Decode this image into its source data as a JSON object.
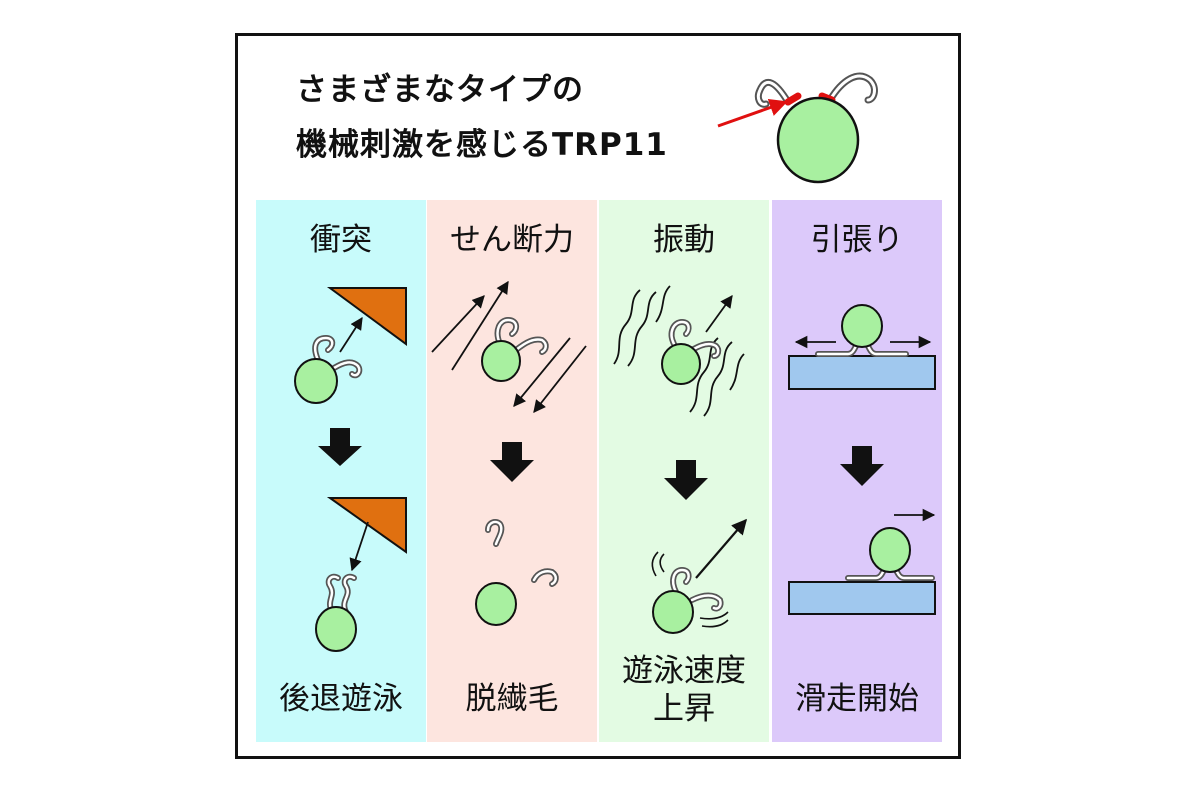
{
  "title": {
    "line1": "さまざまなタイプの",
    "line2": "機械刺激を感じるTRP11"
  },
  "panels": [
    {
      "stimulus": "衝突",
      "response": "後退遊泳",
      "color": "#c8fbfb"
    },
    {
      "stimulus": "せん断力",
      "response": "脱繊毛",
      "color": "#fde5df"
    },
    {
      "stimulus": "振動",
      "response_line1": "遊泳速度",
      "response_line2": "上昇",
      "color": "#e3fbe3"
    },
    {
      "stimulus": "引張り",
      "response": "滑走開始",
      "color": "#dcc9fa"
    }
  ],
  "colors": {
    "cell": "#a8f0a0",
    "wedge": "#e07010",
    "surface": "#a0c8ee",
    "trp11": "#e01010"
  }
}
